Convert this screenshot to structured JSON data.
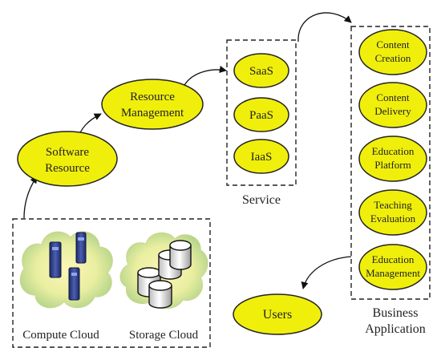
{
  "colors": {
    "node_fill": "#f0ef0c",
    "node_stroke": "#222222",
    "cloud_green": "#b5d48e",
    "cloud_yellow": "#fbf2a3"
  },
  "nodes": {
    "software_resource": {
      "line1": "Software",
      "line2": "Resource"
    },
    "resource_management": {
      "line1": "Resource",
      "line2": "Management"
    },
    "saas": "SaaS",
    "paas": "PaaS",
    "iaas": "IaaS",
    "content_creation": {
      "line1": "Content",
      "line2": "Creation"
    },
    "content_delivery": {
      "line1": "Content",
      "line2": "Delivery"
    },
    "education_platform": {
      "line1": "Education",
      "line2": "Platform"
    },
    "teaching_evaluation": {
      "line1": "Teaching",
      "line2": "Evaluation"
    },
    "education_management": {
      "line1": "Education",
      "line2": "Management"
    },
    "users": "Users"
  },
  "groups": {
    "service_label": "Service",
    "business_label_line1": "Business",
    "business_label_line2": "Application",
    "compute_cloud_label": "Compute Cloud",
    "storage_cloud_label": "Storage Cloud"
  }
}
